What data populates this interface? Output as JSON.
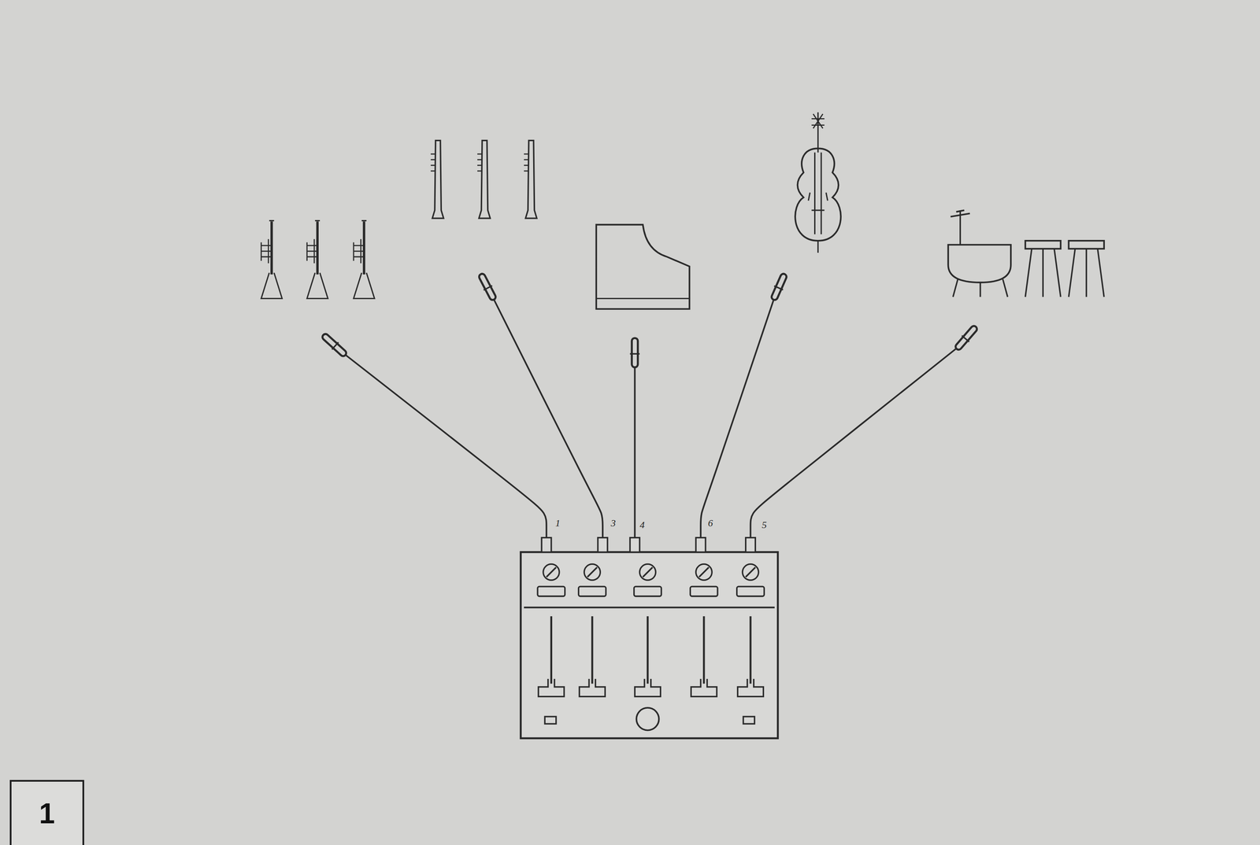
{
  "diagram": {
    "nodes": [
      {
        "text": [
          "1"
        ]
      }
    ],
    "labels": [
      "1",
      "3",
      "4",
      "6",
      "5"
    ]
  }
}
